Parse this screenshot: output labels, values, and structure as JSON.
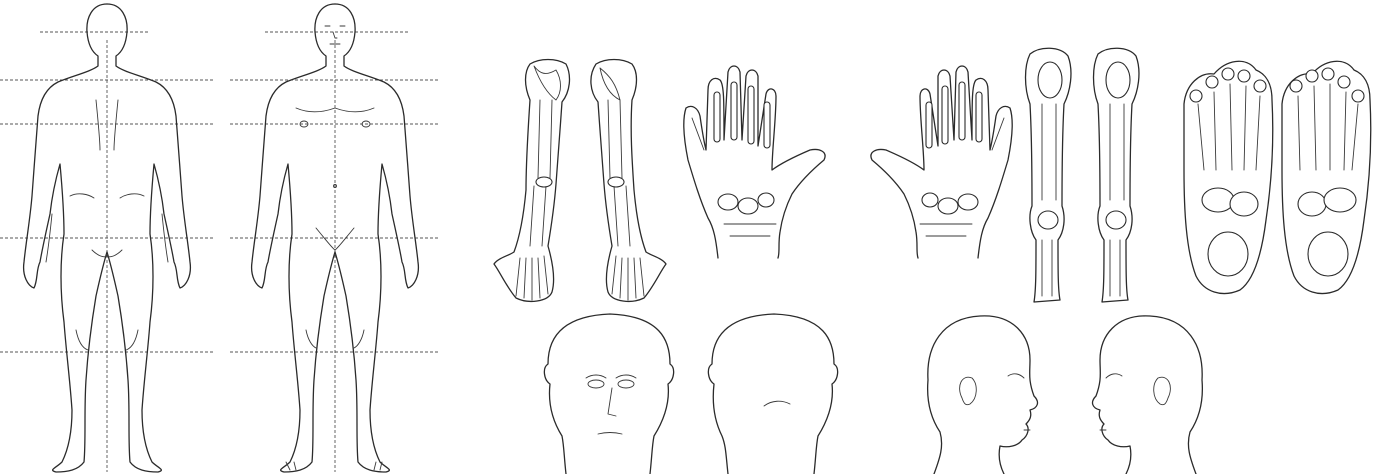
{
  "diagram": {
    "kind": "anatomical body chart",
    "colors": {
      "line": "#2b2b2b",
      "guide": "#555555",
      "paper": "#ffffff"
    },
    "figures": [
      "full-body-back",
      "full-body-front",
      "arm-skeleton-back",
      "arm-skeleton-front",
      "hand-skeleton-palmar",
      "hand-skeleton-dorsal",
      "leg-skeleton-front",
      "leg-skeleton-back",
      "foot-skeleton-dorsal",
      "foot-skeleton-plantar",
      "head-front",
      "head-back",
      "head-profile-right",
      "head-profile-left"
    ]
  }
}
